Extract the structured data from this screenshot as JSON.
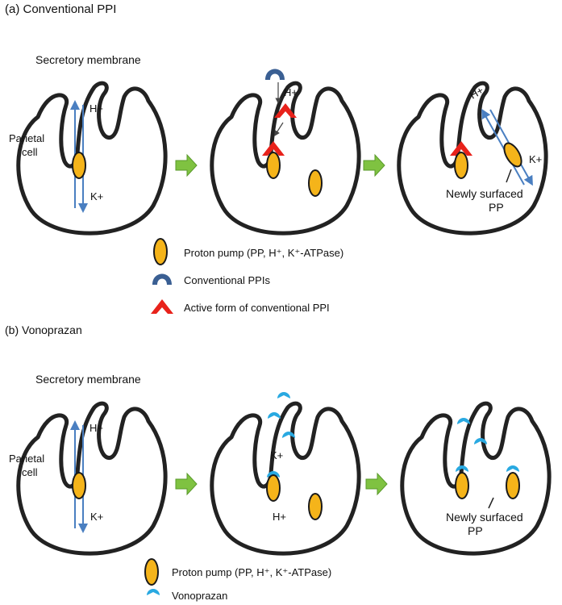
{
  "panel_a": {
    "title": "(a) Conventional  PPI",
    "secretory_label": "Secretory membrane",
    "parietal_label_1": "Parietal",
    "parietal_label_2": "cell",
    "h_plus": "H+",
    "k_plus": "K+",
    "newly_surfaced_1": "Newly surfaced",
    "newly_surfaced_2": "PP"
  },
  "legend_a": {
    "proton_pump": "Proton pump (PP,  H⁺, K⁺-ATPase)",
    "conventional_ppis": "Conventional PPIs",
    "active_form": "Active form of conventional  PPI"
  },
  "panel_b": {
    "title": "(b) Vonoprazan",
    "secretory_label": "Secretory membrane",
    "parietal_label_1": "Parietal",
    "parietal_label_2": "cell",
    "h_plus": "H+",
    "k_plus": "K+",
    "newly_surfaced_1": "Newly surfaced",
    "newly_surfaced_2": "PP"
  },
  "legend_b": {
    "proton_pump": "Proton pump (PP,  H⁺, K⁺-ATPase)",
    "vonoprazan": "Vonoprazan"
  },
  "colors": {
    "pump": "#f5b41a",
    "conventional_ppi": "#3a5f93",
    "active_ppi": "#e8221b",
    "vonoprazan": "#29a9e1",
    "transition_arrow": "#7fc241",
    "ion_arrow": "#4a7fc1"
  }
}
